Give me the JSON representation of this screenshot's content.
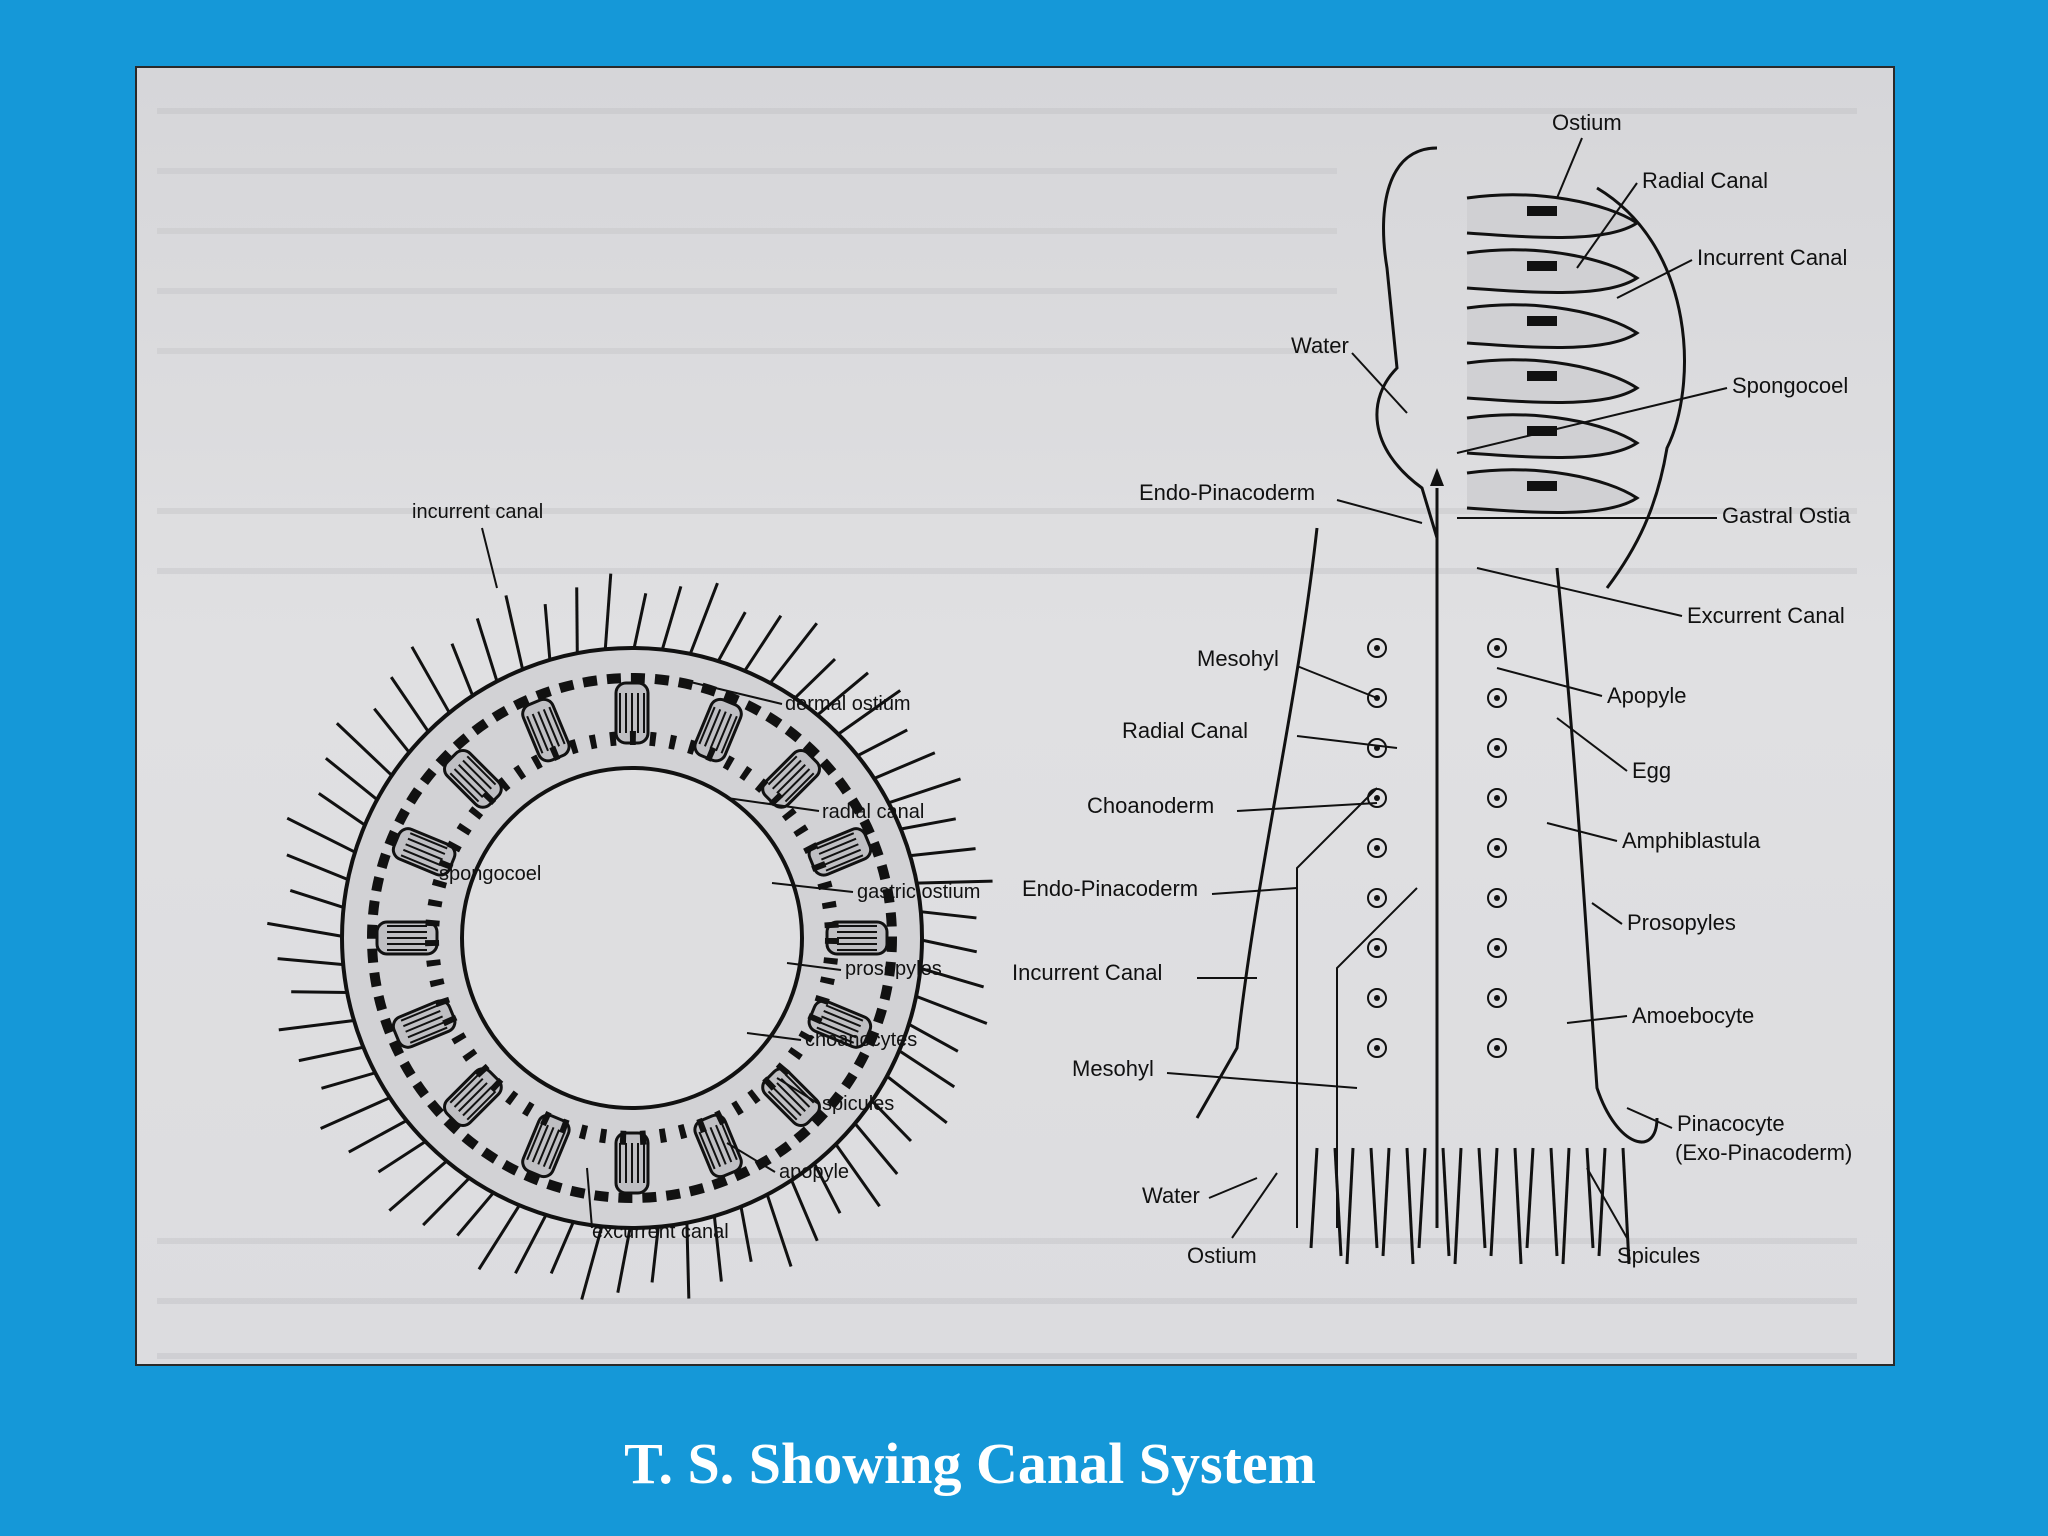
{
  "caption": "T. S. Showing Canal System",
  "left_labels": {
    "incurrent_canal": "incurrent canal",
    "dermal_ostium": "dermal ostium",
    "radial_canal": "radial canal",
    "spongocoel": "spongocoel",
    "gastric_ostium": "gastric ostium",
    "prosopyles": "prosopyles",
    "choanocytes": "choanocytes",
    "spicules": "spicules",
    "apopyle": "apopyle",
    "excurrent_canal": "excurrent canal"
  },
  "right_labels": {
    "ostium_top": "Ostium",
    "radial_canal_top": "Radial Canal",
    "incurrent_canal_top": "Incurrent Canal",
    "water_top": "Water",
    "spongocoel": "Spongocoel",
    "endo_pinacoderm_1": "Endo-Pinacoderm",
    "gastral_ostia": "Gastral Ostia",
    "excurrent_canal": "Excurrent Canal",
    "mesohyl_1": "Mesohyl",
    "apopyle": "Apopyle",
    "radial_canal": "Radial Canal",
    "egg": "Egg",
    "choanoderm": "Choanoderm",
    "amphiblastula": "Amphiblastula",
    "endo_pinacoderm_2": "Endo-Pinacoderm",
    "prosopyles": "Prosopyles",
    "incurrent_canal": "Incurrent Canal",
    "amoebocyte": "Amoebocyte",
    "mesohyl_2": "Mesohyl",
    "pinacocyte": "Pinacocyte",
    "exo_pinacoderm": "(Exo-Pinacoderm)",
    "water_bottom": "Water",
    "ostium_bottom": "Ostium",
    "spicules": "Spicules"
  },
  "colors": {
    "background": "#1598d8",
    "paper": "#dcdcdf",
    "ink": "#111111"
  }
}
